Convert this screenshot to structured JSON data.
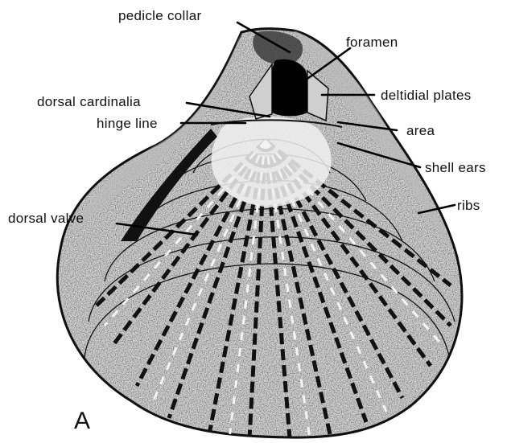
{
  "figure": {
    "panel_letter": "A",
    "labels": {
      "pedicle_collar": "pedicle collar",
      "foramen": "foramen",
      "dorsal_cardinalia": "dorsal cardinalia",
      "deltidial_plates": "deltidial plates",
      "hinge_line": "hinge line",
      "area": "area",
      "shell_ears": "shell ears",
      "dorsal_valve": "dorsal valve",
      "ribs": "ribs"
    }
  }
}
